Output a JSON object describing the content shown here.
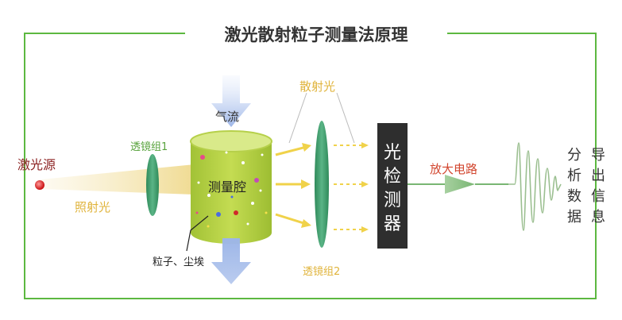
{
  "title": "激光散射粒子测量法原理",
  "labels": {
    "laser_source": "激光源",
    "illumination_light": "照射光",
    "lens_group_1": "透镜组1",
    "lens_group_2": "透镜组2",
    "airflow": "气流",
    "measurement_chamber": "测量腔",
    "particles_dust": "粒子、尘埃",
    "scattered_light": "散射光",
    "photodetector": "光检测器",
    "amplifier_circuit": "放大电路",
    "data_analysis": [
      "分",
      "导",
      "析",
      "出",
      "数",
      "信",
      "据",
      "息"
    ]
  },
  "colors": {
    "frame": "#5cb840",
    "lens": "#3d9a6a",
    "chamber": "#a9c93c",
    "detector": "#2e2e2e",
    "laser": "#e01a1a",
    "beam": "#f2e2a4",
    "airflow": "#9db6e8",
    "scatter_arrow": "#f0d24a",
    "signal": "#9bbf90"
  }
}
